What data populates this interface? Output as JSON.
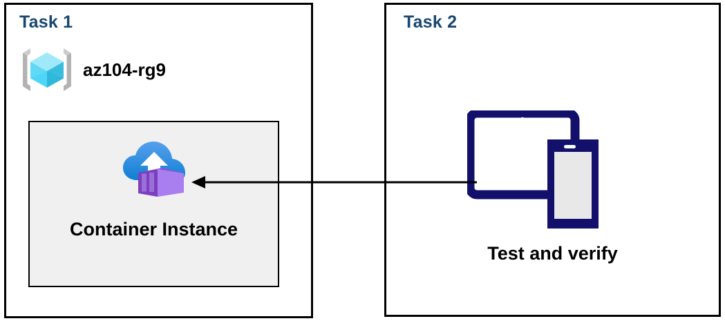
{
  "diagram": {
    "title": "Azure container instance task diagram",
    "background_color": "#ffffff",
    "border_color": "#000000"
  },
  "panels": [
    {
      "id": "task-1",
      "title": "Task 1",
      "title_color": "#17476f",
      "resource_group": {
        "icon": "azure-resource-group-icon",
        "label": "az104-rg9"
      },
      "resource": {
        "icon": "azure-container-instance-icon",
        "label": "Container Instance",
        "fill_color": "#f0f0f0"
      }
    },
    {
      "id": "task-2",
      "title": "Task 2",
      "title_color": "#17476f",
      "device": {
        "icon": "devices-tablet-phone-icon",
        "label": "Test and verify",
        "color": "#12106b"
      }
    }
  ],
  "connector": {
    "name": "test-to-container-arrow",
    "direction": "left",
    "color": "#000000",
    "from": "Test and verify",
    "to": "Container Instance"
  }
}
